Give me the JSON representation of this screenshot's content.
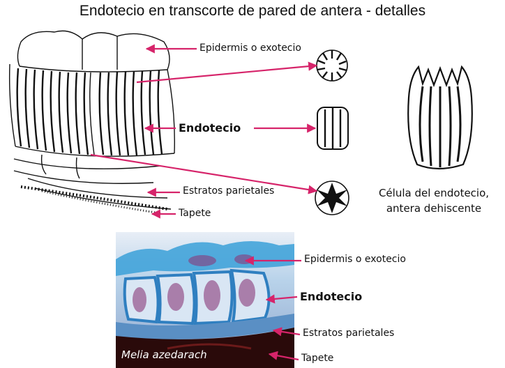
{
  "title": "Endotecio en transcorte de pared de antera - detalles",
  "colors": {
    "arrow": "#d6246a",
    "ink": "#111111",
    "stain_blue": "#3aa0d8",
    "stain_purple": "#8a3a7a",
    "dark_tissue": "#2a0a0a"
  },
  "drawing_labels": {
    "epidermis": "Epidermis o exotecio",
    "endotecio": "Endotecio",
    "estratos": "Estratos parietales",
    "tapete": "Tapete"
  },
  "cell_caption": {
    "line1": "Célula del endotecio,",
    "line2": "antera dehiscente"
  },
  "photo_labels": {
    "epidermis": "Epidermis o exotecio",
    "endotecio": "Endotecio",
    "estratos": "Estratos parietales",
    "tapete": "Tapete"
  },
  "photo_caption": "Melia azedarach"
}
